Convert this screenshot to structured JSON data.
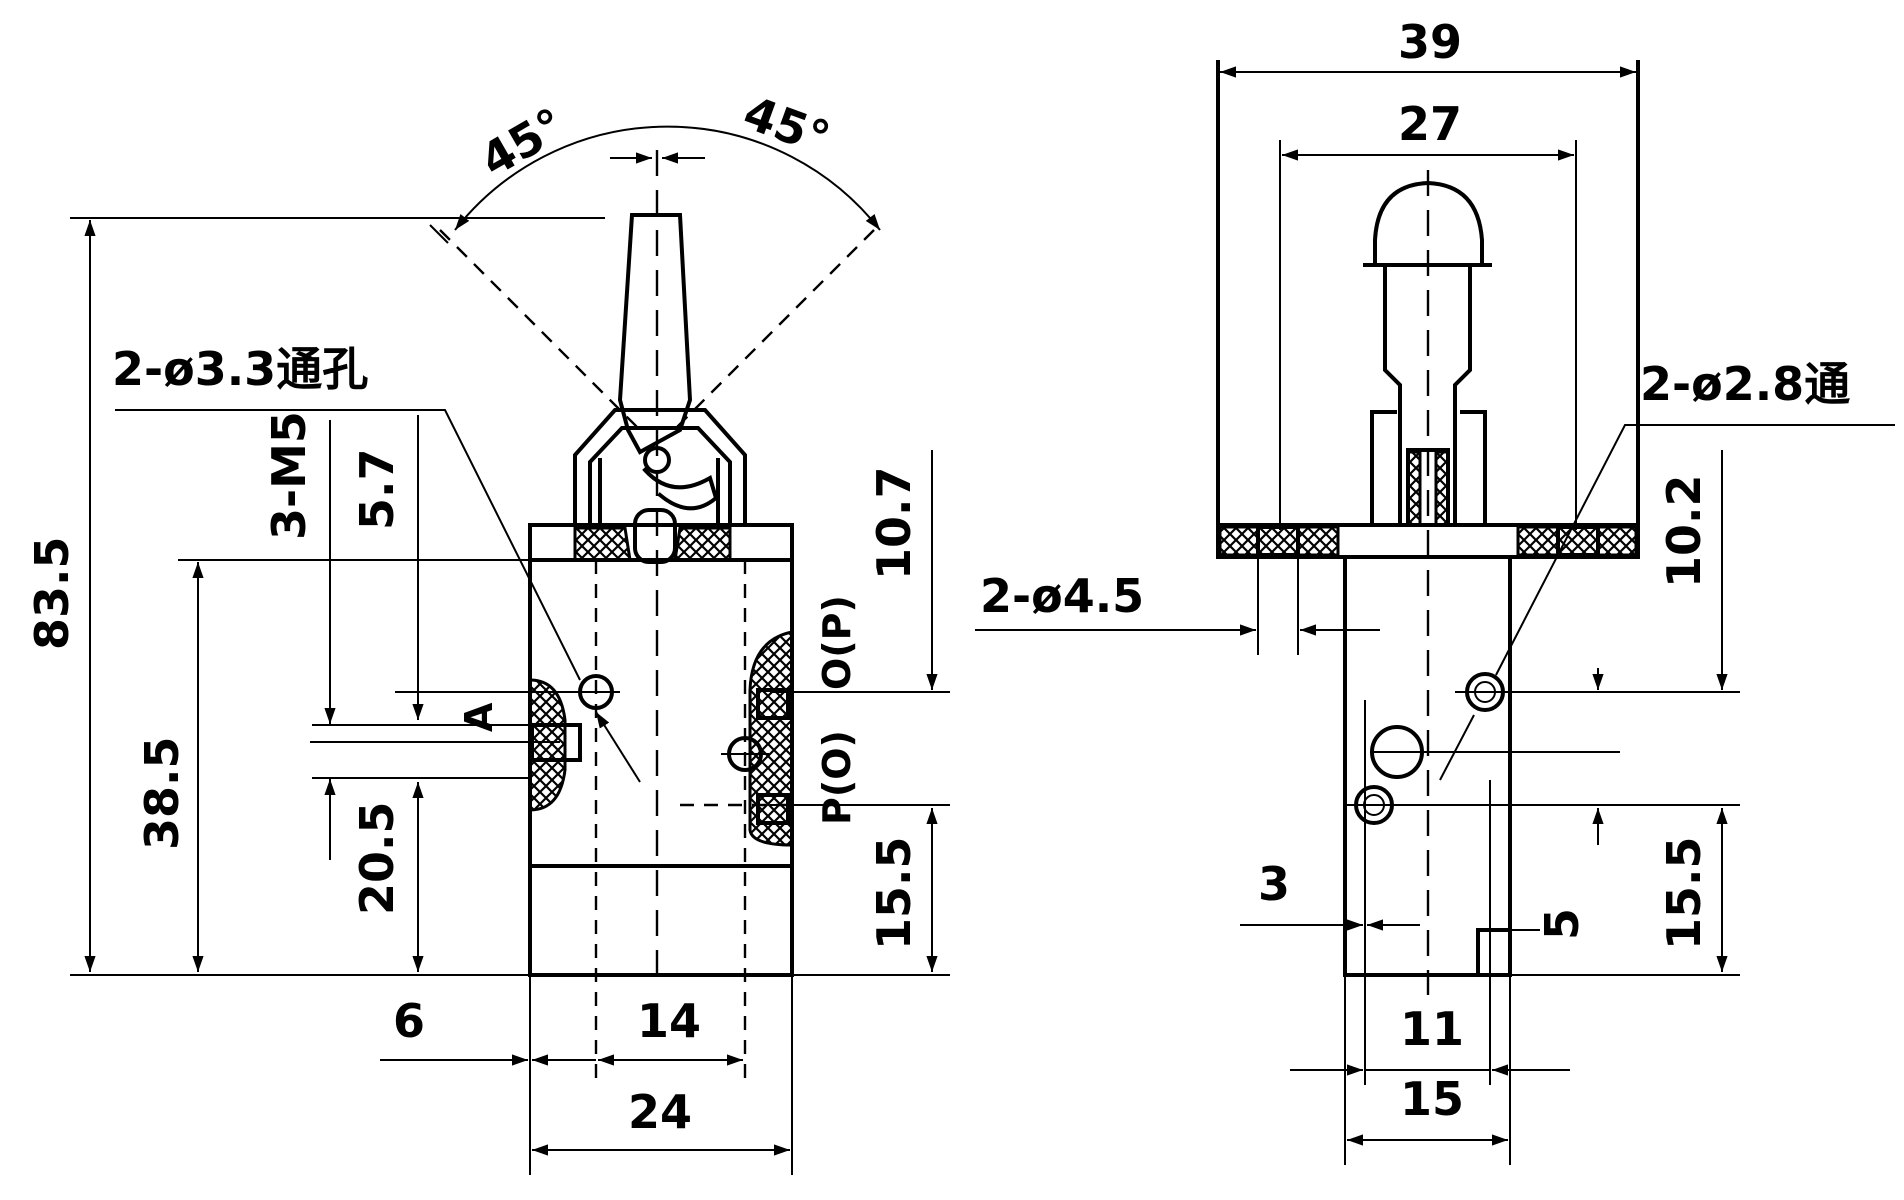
{
  "colors": {
    "line": "#000000",
    "background": "#ffffff"
  },
  "front_view": {
    "angle_left": "45°",
    "angle_right": "45°",
    "overall_height": "83.5",
    "body_height": "38.5",
    "thru_hole_label": "2-ø3.3通孔",
    "port_thread_label": "3-M5",
    "port_a_label": "A",
    "port_o_p_label": "O(P)",
    "port_p_o_label": "P(O)",
    "dim_5_7": "5.7",
    "dim_20_5": "20.5",
    "dim_10_7": "10.7",
    "dim_15_5": "15.5",
    "dim_6": "6",
    "dim_14": "14",
    "dim_24": "24"
  },
  "side_view": {
    "dim_39": "39",
    "dim_27": "27",
    "hole_label": "2-ø2.8通",
    "mount_hole_label": "2-ø4.5",
    "dim_10_2": "10.2",
    "dim_15_5": "15.5",
    "dim_3": "3",
    "dim_5": "5",
    "dim_11": "11",
    "dim_15": "15"
  }
}
